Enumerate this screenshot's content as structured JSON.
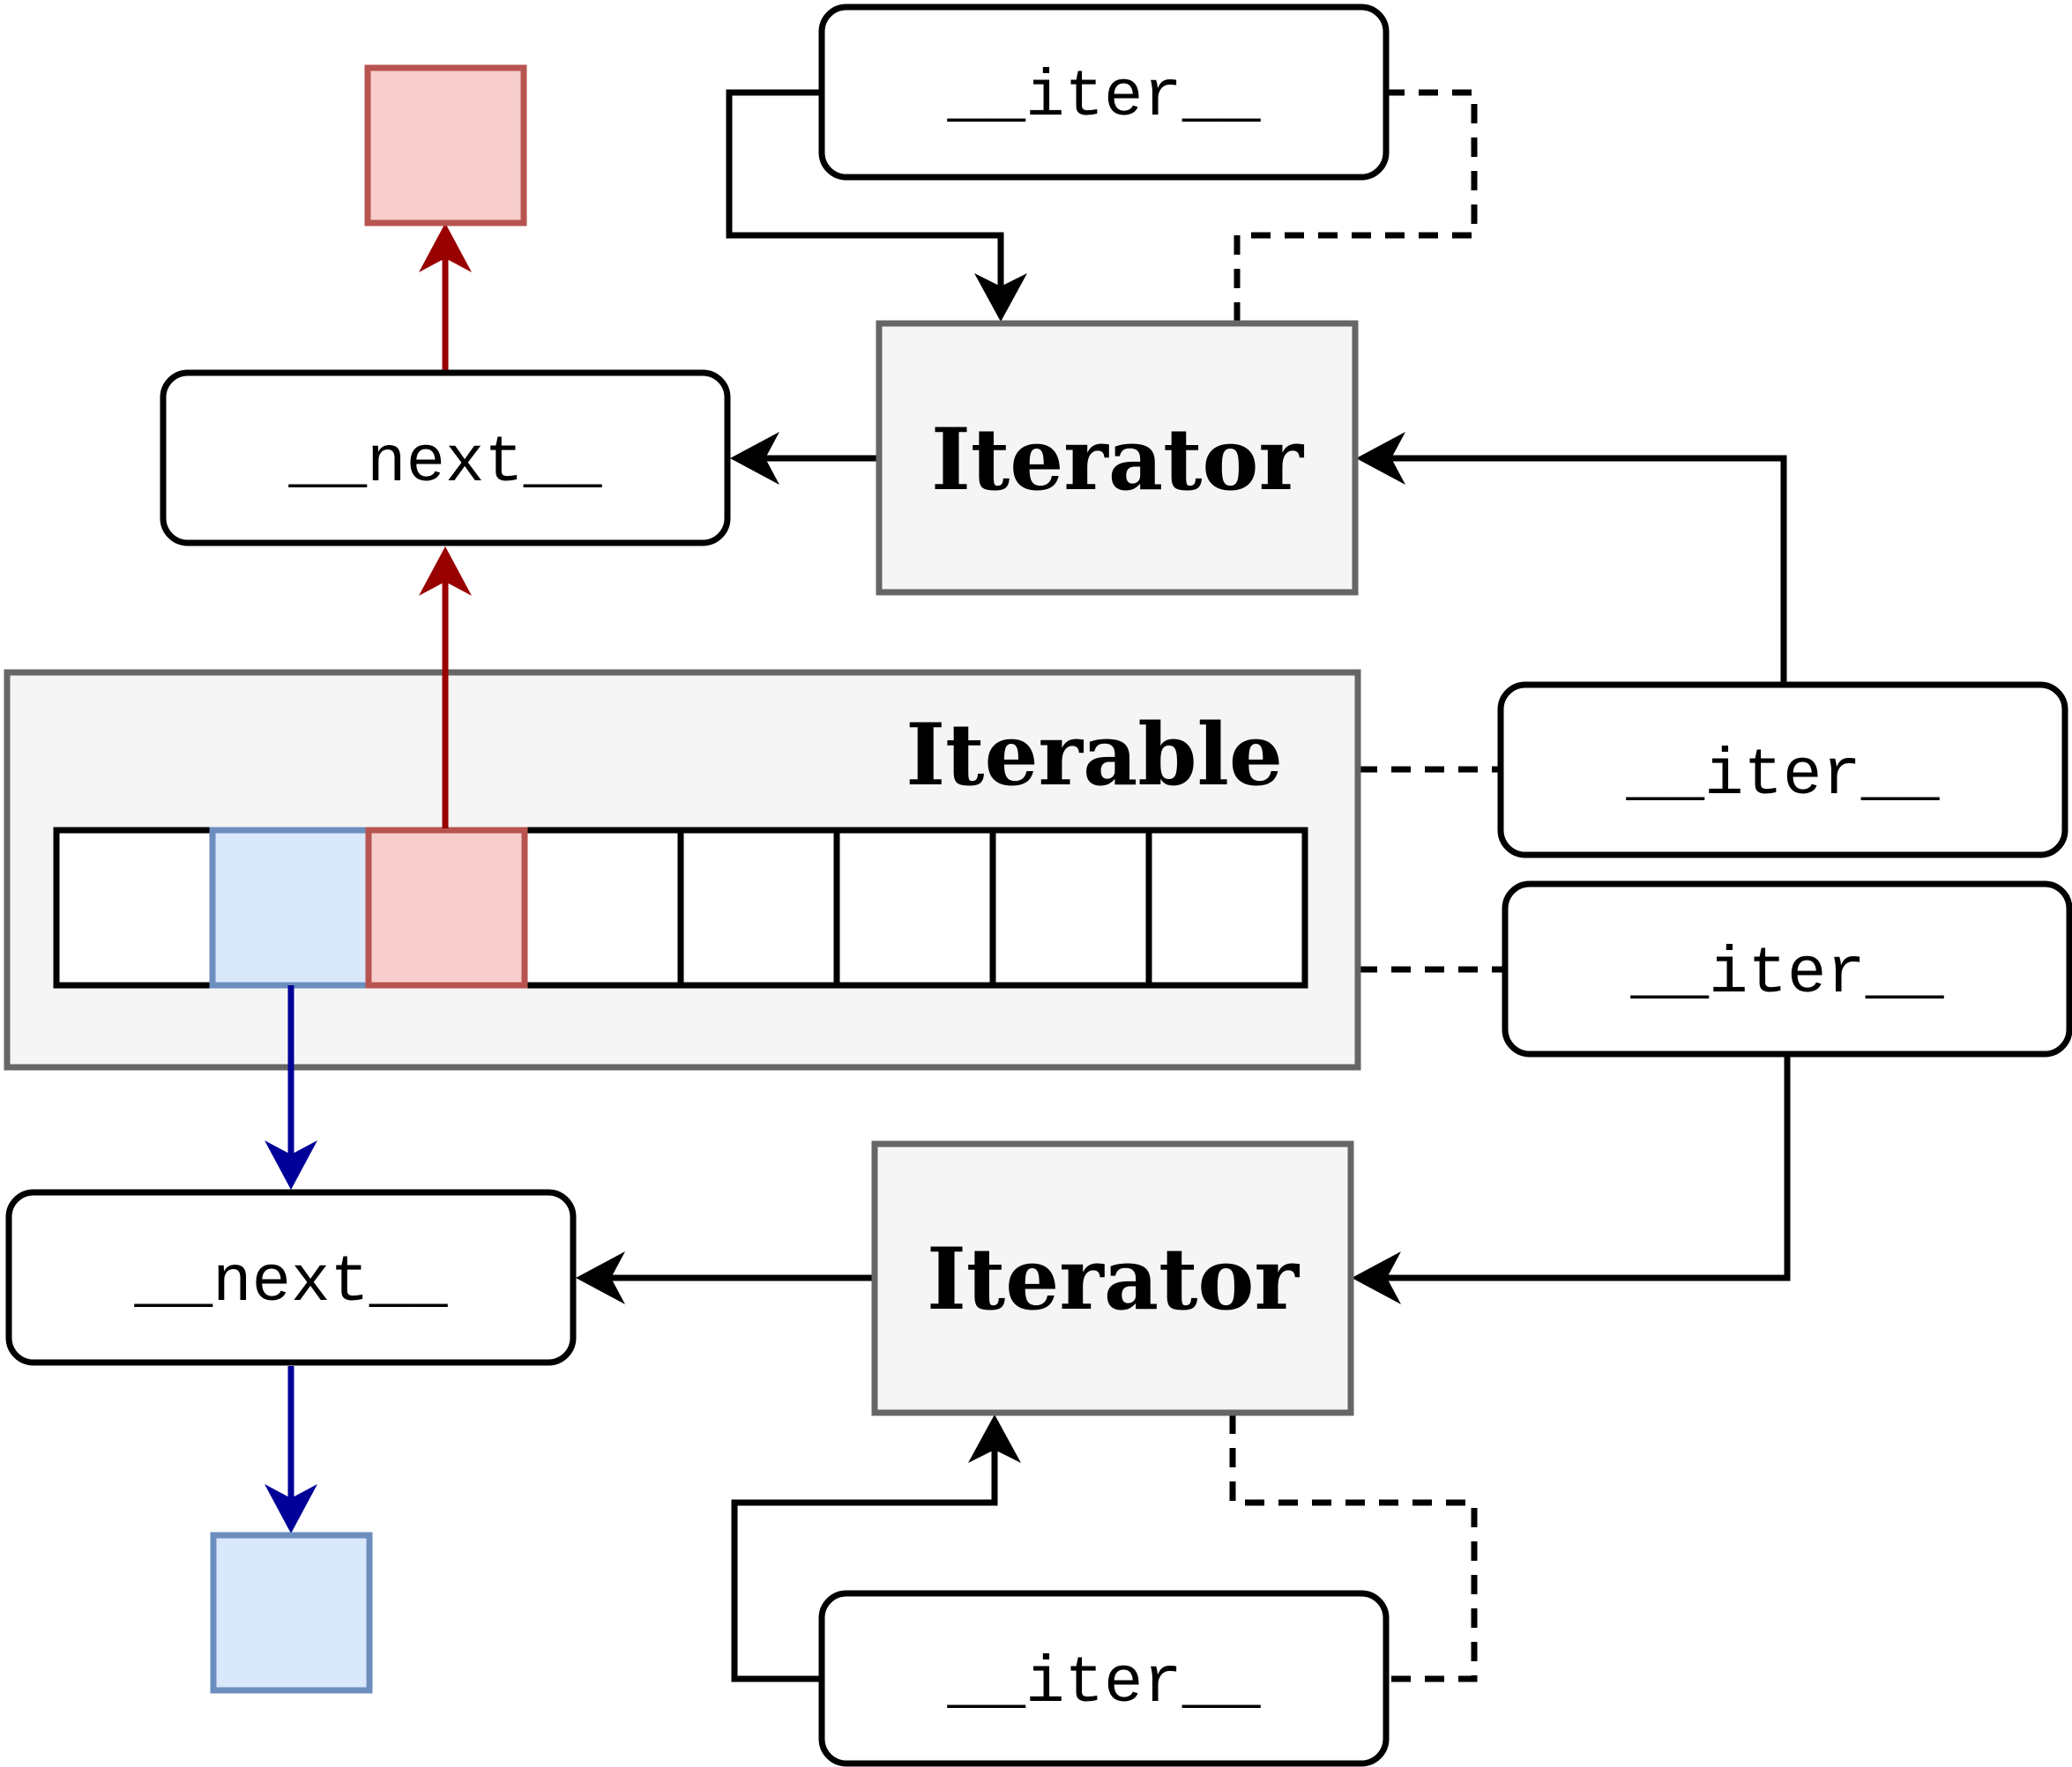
{
  "labels": {
    "iterable": "Iterable",
    "iterator": "Iterator",
    "next_method": "__next__",
    "iter_method": "__iter__"
  },
  "colors": {
    "red_fill": "#f8cecc",
    "red_stroke": "#b85450",
    "red_arrow": "#990000",
    "blue_fill": "#dae8fc",
    "blue_stroke": "#6c8ebf",
    "blue_arrow": "#000099",
    "container_fill": "#f5f5f5",
    "container_stroke": "#666666"
  },
  "sequence": {
    "cells": [
      {
        "state": "empty"
      },
      {
        "state": "blue"
      },
      {
        "state": "red"
      },
      {
        "state": "empty"
      },
      {
        "state": "empty"
      },
      {
        "state": "empty"
      },
      {
        "state": "empty"
      },
      {
        "state": "empty"
      }
    ]
  }
}
